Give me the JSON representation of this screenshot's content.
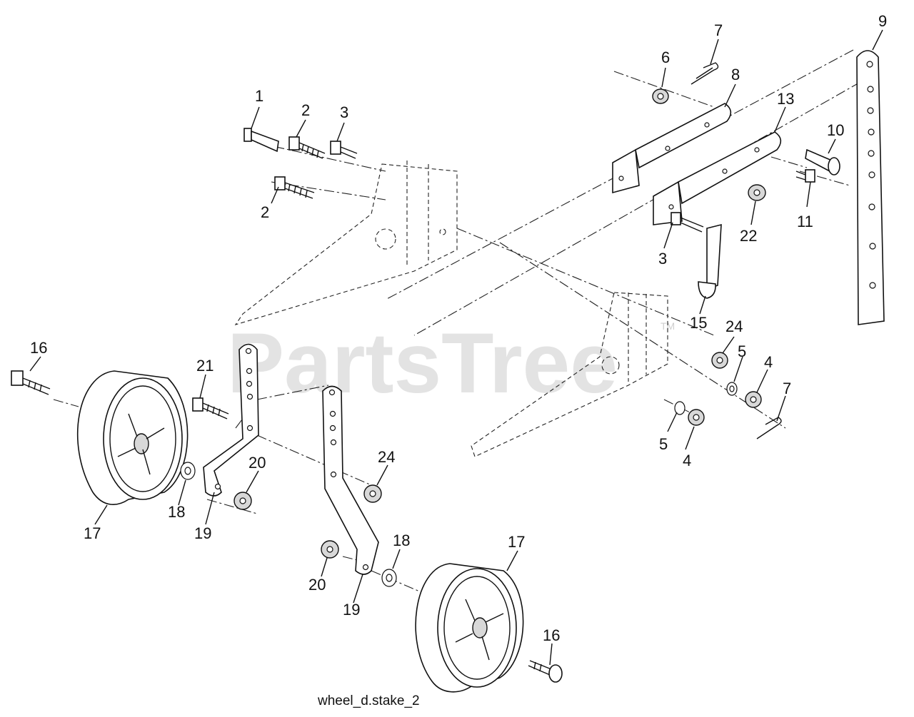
{
  "diagram": {
    "caption": "wheel_d.stake_2",
    "watermark": "PartsTree",
    "watermark_tm": "TM",
    "labels": [
      {
        "id": "l1",
        "text": "1"
      },
      {
        "id": "l2a",
        "text": "2"
      },
      {
        "id": "l3a",
        "text": "3"
      },
      {
        "id": "l2b",
        "text": "2"
      },
      {
        "id": "l6",
        "text": "6"
      },
      {
        "id": "l7a",
        "text": "7"
      },
      {
        "id": "l8",
        "text": "8"
      },
      {
        "id": "l9",
        "text": "9"
      },
      {
        "id": "l13",
        "text": "13"
      },
      {
        "id": "l10",
        "text": "10"
      },
      {
        "id": "l11",
        "text": "11"
      },
      {
        "id": "l22",
        "text": "22"
      },
      {
        "id": "l3b",
        "text": "3"
      },
      {
        "id": "l15",
        "text": "15"
      },
      {
        "id": "l24a",
        "text": "24"
      },
      {
        "id": "l5a",
        "text": "5"
      },
      {
        "id": "l4a",
        "text": "4"
      },
      {
        "id": "l7b",
        "text": "7"
      },
      {
        "id": "l5b",
        "text": "5"
      },
      {
        "id": "l4b",
        "text": "4"
      },
      {
        "id": "l16a",
        "text": "16"
      },
      {
        "id": "l21",
        "text": "21"
      },
      {
        "id": "l17a",
        "text": "17"
      },
      {
        "id": "l18a",
        "text": "18"
      },
      {
        "id": "l19a",
        "text": "19"
      },
      {
        "id": "l20a",
        "text": "20"
      },
      {
        "id": "l24b",
        "text": "24"
      },
      {
        "id": "l17b",
        "text": "17"
      },
      {
        "id": "l18b",
        "text": "18"
      },
      {
        "id": "l20b",
        "text": "20"
      },
      {
        "id": "l19b",
        "text": "19"
      },
      {
        "id": "l16b",
        "text": "16"
      }
    ]
  }
}
